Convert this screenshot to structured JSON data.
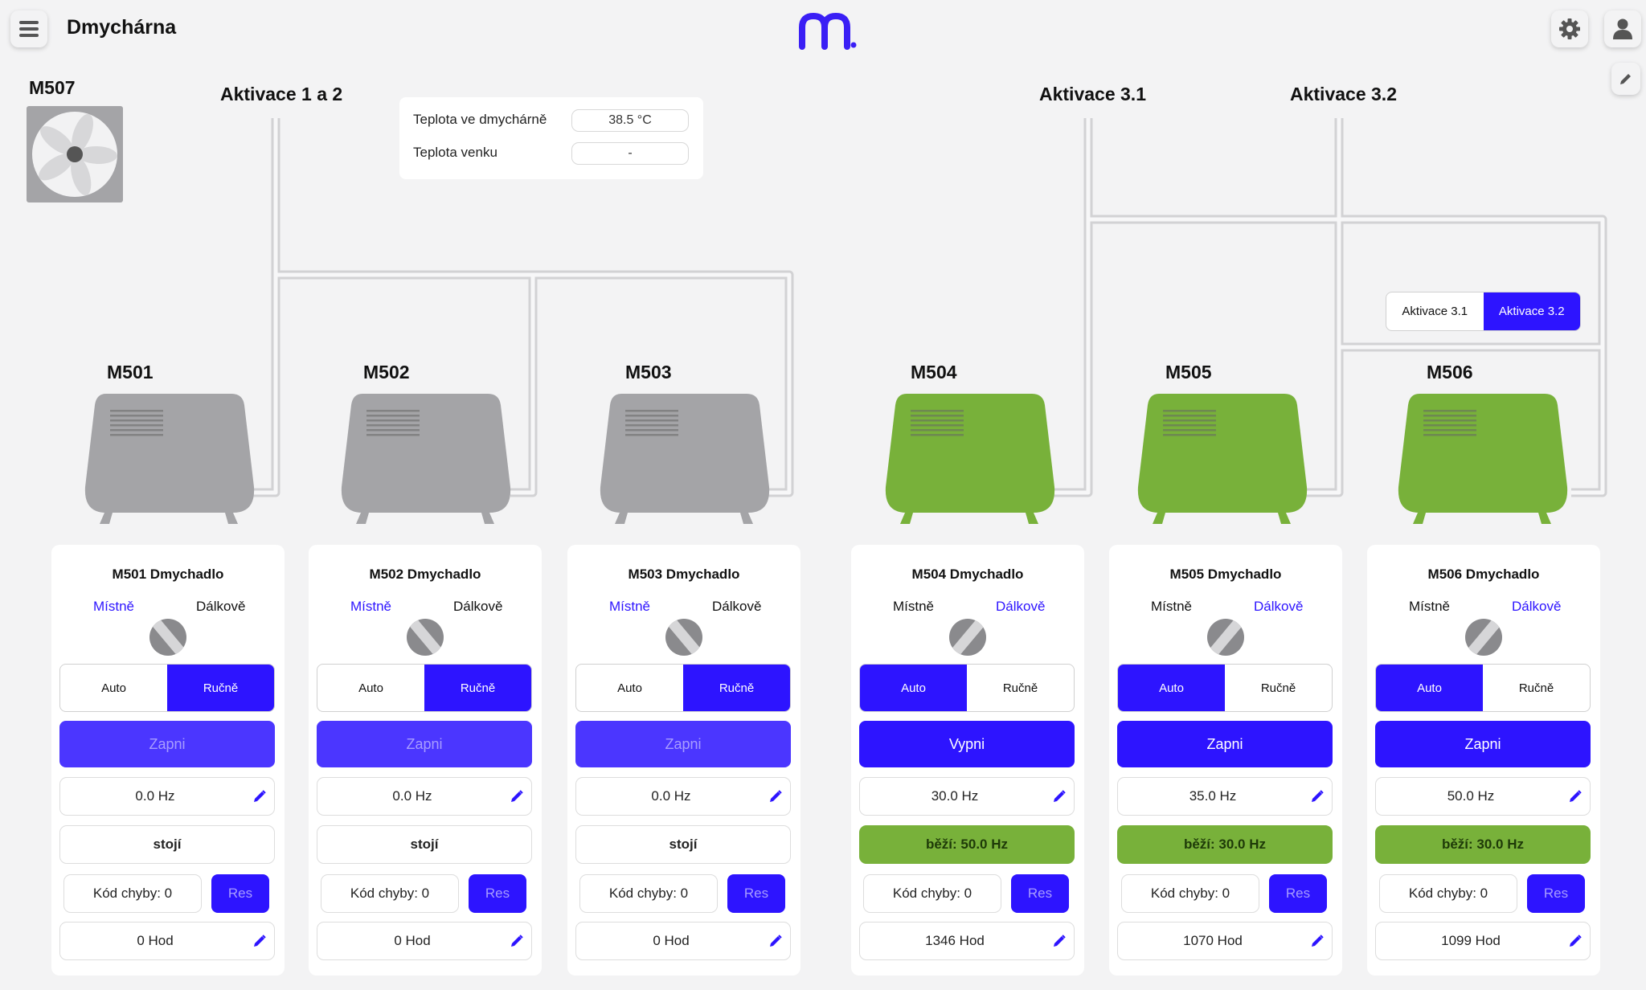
{
  "header": {
    "title": "Dmychárna"
  },
  "m507": {
    "title": "M507"
  },
  "activations": {
    "a12": "Aktivace 1 a 2",
    "a31": "Aktivace 3.1",
    "a32": "Aktivace 3.2"
  },
  "temperatures": {
    "inside_label": "Teplota ve dmychárně",
    "inside_value": "38.5 °C",
    "outside_label": "Teplota venku",
    "outside_value": "-"
  },
  "activation_toggle": {
    "options": [
      "Aktivace 3.1",
      "Aktivace 3.2"
    ],
    "selected": "Aktivace 3.2"
  },
  "colors": {
    "accent": "#2d14ff",
    "running": "#78b13a",
    "stopped": "#a4a4a7"
  },
  "blowers": [
    {
      "name": "M501",
      "title": "M501 Dmychadlo",
      "local": "Místně",
      "remote": "Dálkově",
      "active_mode": "local",
      "auto": "Auto",
      "manual": "Ručně",
      "selected": "manual",
      "action": "Zapni",
      "action_enabled": false,
      "frequency": "0.0 Hz",
      "status": "stojí",
      "running": false,
      "error": "Kód chyby: 0",
      "reset": "Res",
      "hours": "0 Hod"
    },
    {
      "name": "M502",
      "title": "M502 Dmychadlo",
      "local": "Místně",
      "remote": "Dálkově",
      "active_mode": "local",
      "auto": "Auto",
      "manual": "Ručně",
      "selected": "manual",
      "action": "Zapni",
      "action_enabled": false,
      "frequency": "0.0 Hz",
      "status": "stojí",
      "running": false,
      "error": "Kód chyby: 0",
      "reset": "Res",
      "hours": "0 Hod"
    },
    {
      "name": "M503",
      "title": "M503 Dmychadlo",
      "local": "Místně",
      "remote": "Dálkově",
      "active_mode": "local",
      "auto": "Auto",
      "manual": "Ručně",
      "selected": "manual",
      "action": "Zapni",
      "action_enabled": false,
      "frequency": "0.0 Hz",
      "status": "stojí",
      "running": false,
      "error": "Kód chyby: 0",
      "reset": "Res",
      "hours": "0 Hod"
    },
    {
      "name": "M504",
      "title": "M504 Dmychadlo",
      "local": "Místně",
      "remote": "Dálkově",
      "active_mode": "remote",
      "auto": "Auto",
      "manual": "Ručně",
      "selected": "auto",
      "action": "Vypni",
      "action_enabled": true,
      "frequency": "30.0 Hz",
      "status": "běží: 50.0 Hz",
      "running": true,
      "error": "Kód chyby: 0",
      "reset": "Res",
      "hours": "1346 Hod"
    },
    {
      "name": "M505",
      "title": "M505 Dmychadlo",
      "local": "Místně",
      "remote": "Dálkově",
      "active_mode": "remote",
      "auto": "Auto",
      "manual": "Ručně",
      "selected": "auto",
      "action": "Zapni",
      "action_enabled": true,
      "frequency": "35.0 Hz",
      "status": "běží: 30.0 Hz",
      "running": true,
      "error": "Kód chyby: 0",
      "reset": "Res",
      "hours": "1070 Hod"
    },
    {
      "name": "M506",
      "title": "M506 Dmychadlo",
      "local": "Místně",
      "remote": "Dálkově",
      "active_mode": "remote",
      "auto": "Auto",
      "manual": "Ručně",
      "selected": "auto",
      "action": "Zapni",
      "action_enabled": true,
      "frequency": "50.0 Hz",
      "status": "běží: 30.0 Hz",
      "running": true,
      "error": "Kód chyby: 0",
      "reset": "Res",
      "hours": "1099 Hod"
    }
  ]
}
